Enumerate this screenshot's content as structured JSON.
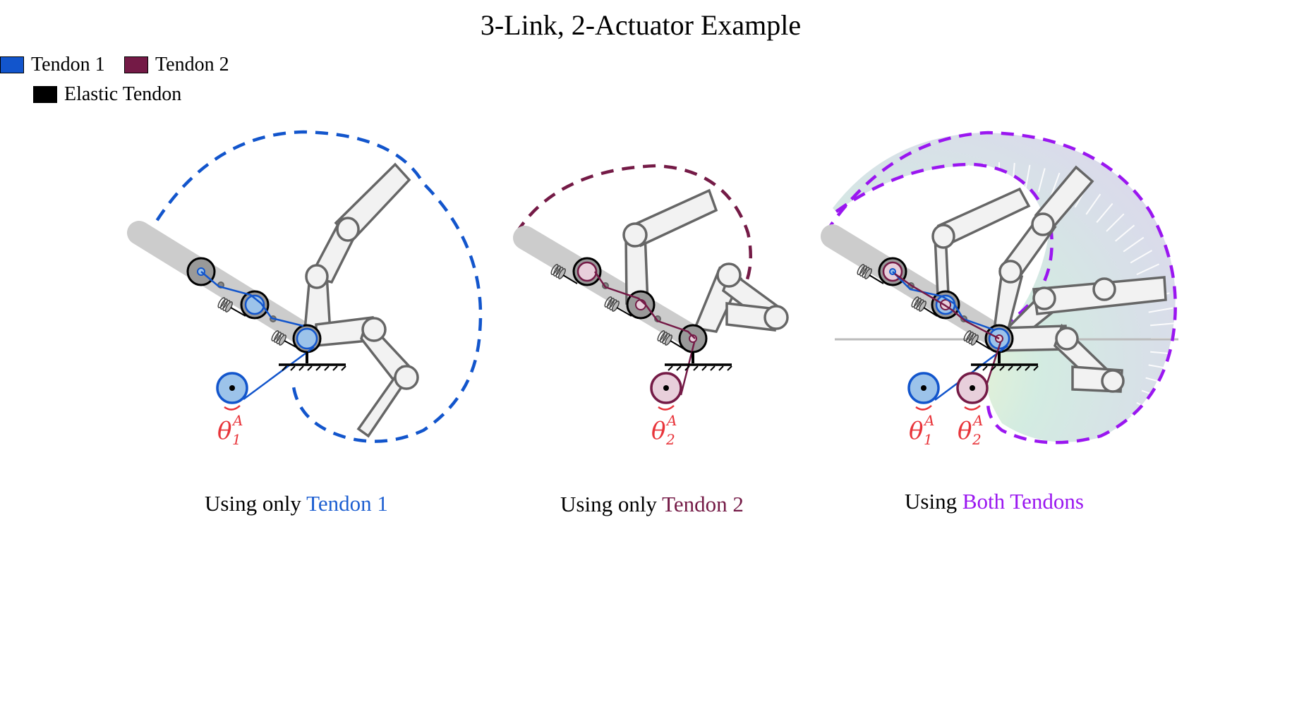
{
  "title": "3-Link, 2-Actuator Example",
  "legend": [
    {
      "label": "Tendon 1",
      "color": "#1255cc"
    },
    {
      "label": "Tendon 2",
      "color": "#741a46"
    },
    {
      "label": "Elastic Tendon",
      "color": "#000000"
    }
  ],
  "panels": [
    {
      "caption_prefix": "Using only ",
      "caption_highlight": "Tendon 1",
      "highlight_color": "#1d5fd1",
      "actuators": [
        {
          "symbol": "θ",
          "subscript": "1",
          "superscript": "A"
        }
      ]
    },
    {
      "caption_prefix": "Using only ",
      "caption_highlight": "Tendon 2",
      "highlight_color": "#741a46",
      "actuators": [
        {
          "symbol": "θ",
          "subscript": "2",
          "superscript": "A"
        }
      ]
    },
    {
      "caption_prefix": "Using ",
      "caption_highlight": "Both Tendons",
      "highlight_color": "#9a16f0",
      "actuators": [
        {
          "symbol": "θ",
          "subscript": "1",
          "superscript": "A"
        },
        {
          "symbol": "θ",
          "subscript": "2",
          "superscript": "A"
        }
      ]
    }
  ],
  "colors": {
    "tendon1": "#1255cc",
    "tendon2": "#741a46",
    "both": "#9a16f0",
    "actuator_label": "#e8343a",
    "link_fill": "#f2f2f2",
    "link_stroke": "#666666",
    "base_link": "#cccccc"
  }
}
